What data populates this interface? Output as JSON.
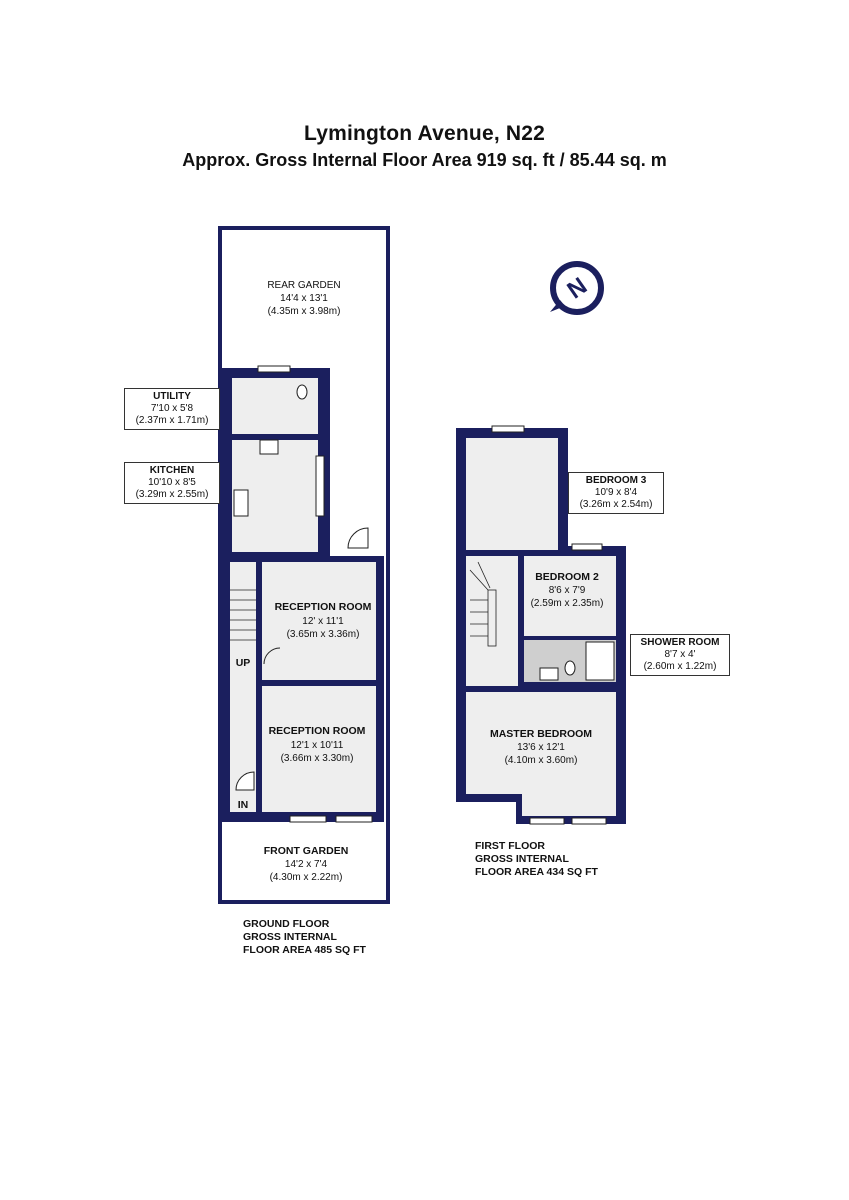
{
  "header": {
    "title": "Lymington Avenue, N22",
    "subtitle": "Approx. Gross Internal Floor Area 919 sq. ft / 85.44 sq. m"
  },
  "compass": {
    "letter": "N",
    "icon": "north-compass-icon"
  },
  "ground_floor": {
    "note": [
      "GROUND FLOOR",
      "GROSS INTERNAL",
      "FLOOR AREA 485 SQ FT"
    ],
    "rooms": {
      "rear_garden": {
        "name": "REAR GARDEN",
        "imperial": "14'4 x 13'1",
        "metric": "(4.35m x 3.98m)"
      },
      "utility": {
        "name": "UTILITY",
        "imperial": "7'10 x 5'8",
        "metric": "(2.37m x 1.71m)"
      },
      "kitchen": {
        "name": "KITCHEN",
        "imperial": "10'10 x 8'5",
        "metric": "(3.29m x 2.55m)"
      },
      "reception1": {
        "name": "RECEPTION ROOM",
        "imperial": "12' x 11'1",
        "metric": "(3.65m x 3.36m)"
      },
      "reception2": {
        "name": "RECEPTION ROOM",
        "imperial": "12'1 x 10'11",
        "metric": "(3.66m x 3.30m)"
      },
      "front_garden": {
        "name": "FRONT GARDEN",
        "imperial": "14'2 x 7'4",
        "metric": "(4.30m x 2.22m)"
      }
    },
    "labels": {
      "up": "UP",
      "in": "IN"
    }
  },
  "first_floor": {
    "note": [
      "FIRST FLOOR",
      "GROSS INTERNAL",
      "FLOOR AREA 434 SQ FT"
    ],
    "rooms": {
      "bedroom3": {
        "name": "BEDROOM 3",
        "imperial": "10'9 x 8'4",
        "metric": "(3.26m x 2.54m)"
      },
      "bedroom2": {
        "name": "BEDROOM 2",
        "imperial": "8'6 x 7'9",
        "metric": "(2.59m x 2.35m)"
      },
      "shower": {
        "name": "SHOWER ROOM",
        "imperial": "8'7 x 4'",
        "metric": "(2.60m x 1.22m)"
      },
      "master": {
        "name": "MASTER BEDROOM",
        "imperial": "13'6 x 12'1",
        "metric": "(4.10m x 3.60m)"
      }
    }
  },
  "colors": {
    "wall": "#1b1f5e",
    "floor": "#eeeeee"
  }
}
